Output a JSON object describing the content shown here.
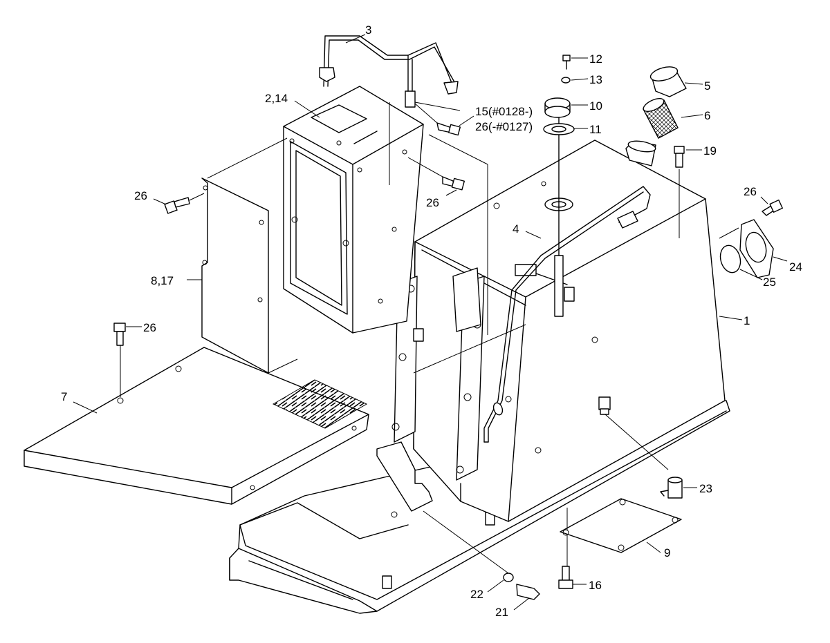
{
  "diagram": {
    "callouts": [
      {
        "id": "c1",
        "label": "1"
      },
      {
        "id": "c2",
        "label": "2,14"
      },
      {
        "id": "c3",
        "label": "3"
      },
      {
        "id": "c4",
        "label": "4"
      },
      {
        "id": "c5",
        "label": "5"
      },
      {
        "id": "c6",
        "label": "6"
      },
      {
        "id": "c7",
        "label": "7"
      },
      {
        "id": "c8",
        "label": "8,17"
      },
      {
        "id": "c9",
        "label": "9"
      },
      {
        "id": "c10",
        "label": "10"
      },
      {
        "id": "c11",
        "label": "11"
      },
      {
        "id": "c12",
        "label": "12"
      },
      {
        "id": "c13",
        "label": "13"
      },
      {
        "id": "c15",
        "label": "15(#0128-)"
      },
      {
        "id": "c15b",
        "label": "26(-#0127)"
      },
      {
        "id": "c16",
        "label": "16"
      },
      {
        "id": "c19",
        "label": "19"
      },
      {
        "id": "c21",
        "label": "21"
      },
      {
        "id": "c22",
        "label": "22"
      },
      {
        "id": "c23",
        "label": "23"
      },
      {
        "id": "c24",
        "label": "24"
      },
      {
        "id": "c25",
        "label": "25"
      },
      {
        "id": "c26a",
        "label": "26"
      },
      {
        "id": "c26b",
        "label": "26"
      },
      {
        "id": "c26c",
        "label": "26"
      },
      {
        "id": "c26d",
        "label": "26"
      }
    ]
  }
}
